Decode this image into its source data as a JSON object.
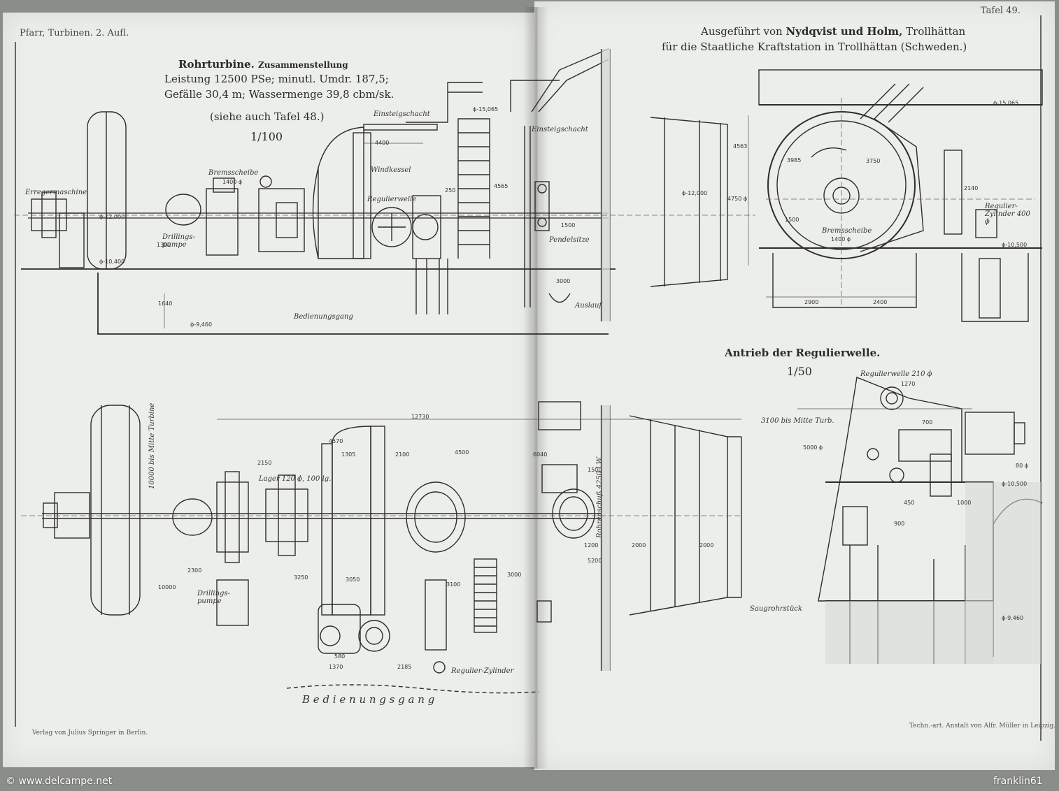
{
  "header": {
    "left": "Pfarr, Turbinen. 2. Aufl.",
    "right": "Tafel 49."
  },
  "title": {
    "main": "Rohrturbine.",
    "sub": "Zusammenstellung",
    "spec1": "Leistung 12500 PSe; minutl. Umdr. 187,5;",
    "spec2": "Gefälle 30,4 m; Wassermenge 39,8 cbm/sk.",
    "ref": "(siehe auch Tafel 48.)",
    "scale": "1/100"
  },
  "maker": {
    "line1_prefix": "Ausgeführt von",
    "line1_name": "Nydqvist und Holm,",
    "line1_place": "Trollhättan",
    "line2": "für die Staatliche Kraftstation in Trollhättan (Schweden.)"
  },
  "detail": {
    "title": "Antrieb der Regulierwelle.",
    "scale": "1/50"
  },
  "labels": {
    "erregermaschine": "Erregermaschine",
    "bremsscheibe": "Bremsscheibe",
    "bremsscheibe_d": "1400 ϕ",
    "drillingspumpe": "Drillings-pumpe",
    "windkessel": "Windkessel",
    "regulierwelle": "Regulierwelle",
    "einsteigschacht1": "Einsteigschacht",
    "einsteigschacht2": "Einsteigschacht",
    "pendelsitze": "Pendelsitze",
    "auslauf": "Auslauf",
    "bedienungsgang": "Bedienungsgang",
    "bedienungsgang_spaced": "B e d i e n u n g s g a n g",
    "lager": "Lager 120 ϕ, 100 lg.",
    "regulier_zylinder": "Regulier-Zylinder",
    "regulier_zylinder_right": "Regulier-Zylinder 400 ϕ",
    "bremsscheibe_right": "Bremsscheibe",
    "bremsscheibe_right_d": "1400 ϕ",
    "regulierwelle_detail": "Regulierwelle 210 ϕ",
    "saugrohrstück": "Saugrohrstück",
    "bis_mitte_turb": "3100 bis Mitte Turb.",
    "bis_mitte_turbine": "10000 bis Mitte Turbine",
    "rohrenschuss": "Rohrenschuß 4250 l.W."
  },
  "levels": {
    "l1": "ϕ-15,065",
    "l2": "ϕ-12,000",
    "l3": "ϕ-10,400",
    "l4": "ϕ-9,460",
    "l5": "ϕ-12,000",
    "l6": "ϕ-15,065",
    "l7": "ϕ-10,500",
    "l8": "ϕ-10,500",
    "l9": "ϕ-9,460"
  },
  "dimensions": {
    "d1": "4400",
    "d2": "4565",
    "d3": "250",
    "d4": "1500",
    "d5": "1300",
    "d6": "1640",
    "d7": "3000",
    "d8": "12730",
    "d9": "4570",
    "d10": "1305",
    "d11": "2100",
    "d12": "4500",
    "d13": "2150",
    "d14": "2000",
    "d15": "2000",
    "d16": "3050",
    "d17": "3100",
    "d18": "1370",
    "d19": "2185",
    "d20": "580",
    "d21": "3250",
    "d22": "2300",
    "d23": "10000",
    "d24": "1500",
    "d25": "6040",
    "d26": "3000",
    "d27": "3985",
    "d28": "4563",
    "d29": "3750",
    "d30": "4750 ϕ",
    "d31": "2900",
    "d32": "2400",
    "d33": "2140",
    "d34": "1500",
    "d35": "1270",
    "d36": "5000 ϕ",
    "d37": "450",
    "d38": "900",
    "d39": "1000",
    "d40": "700",
    "d41": "80 ϕ",
    "d42": "5200",
    "d43": "1200"
  },
  "footer": {
    "left": "Verlag von Julius Springer in Berlin.",
    "right": "Techn.-art. Anstalt von Alfr. Müller in Leipzig."
  },
  "watermarks": {
    "left": "© www.delcampe.net",
    "right": "franklin61"
  }
}
